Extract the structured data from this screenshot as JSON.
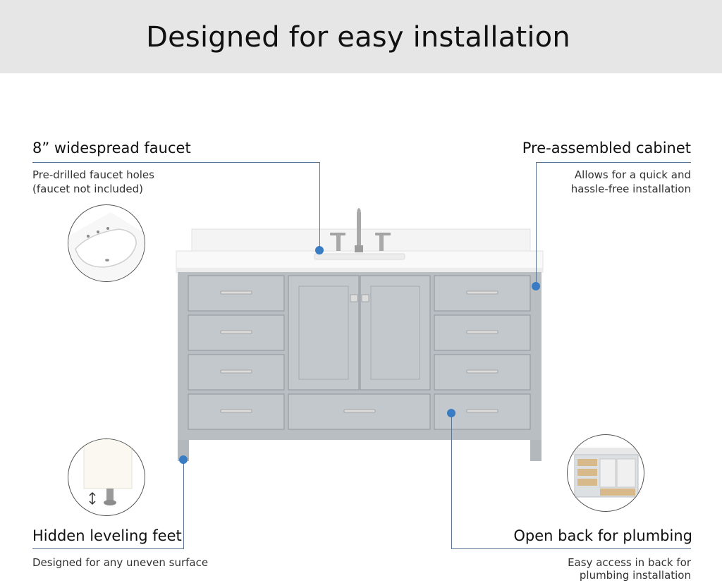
{
  "title": "Designed for easy installation",
  "features": {
    "faucet": {
      "heading": "8” widespread faucet",
      "description_lines": [
        "Pre-drilled faucet holes",
        "(faucet not included)"
      ]
    },
    "cabinet": {
      "heading": "Pre-assembled cabinet",
      "description_lines": [
        "Allows for  a quick and",
        "hassle-free installation"
      ]
    },
    "feet": {
      "heading": "Hidden leveling feet",
      "description_lines": [
        "Designed for any uneven surface"
      ]
    },
    "plumbing": {
      "heading": "Open back for plumbing",
      "description_lines": [
        "Easy access in back for",
        "plumbing installation"
      ]
    }
  },
  "colors": {
    "banner": "#e6e6e6",
    "cabinet": "#b9bec3",
    "countertop": "#f7f7f7",
    "callout_dot": "#3a7cc4",
    "callout_line": "#5a7390"
  }
}
